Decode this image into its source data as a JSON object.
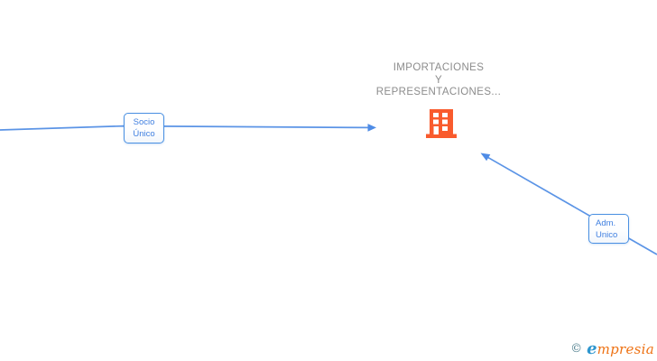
{
  "company_node": {
    "name_line1": "IMPORTACIONES",
    "name_line2": "Y",
    "name_line3": "REPRESENTACIONES...",
    "icon": "building-icon",
    "icon_color": "#f95b2d"
  },
  "relationship_labels": {
    "socio": {
      "line1": "Socio",
      "line2": "Único"
    },
    "adm": {
      "line1": "Adm.",
      "line2": "Unico"
    }
  },
  "colors": {
    "edge_blue": "#5b94e6",
    "arrowhead_blue": "#4f8ce6",
    "box_border_blue": "#4a90e2",
    "box_text_blue": "#3f7fe0",
    "company_name_gray": "#8c8c8c",
    "building_orange": "#f95b2d",
    "copyright_teal": "#4f7f8e",
    "brand_initial_blue": "#2e96ce",
    "brand_rest_orange": "#ee7214"
  },
  "watermark": {
    "copyright": "©",
    "brand_initial": "e",
    "brand_rest": "mpresia"
  }
}
